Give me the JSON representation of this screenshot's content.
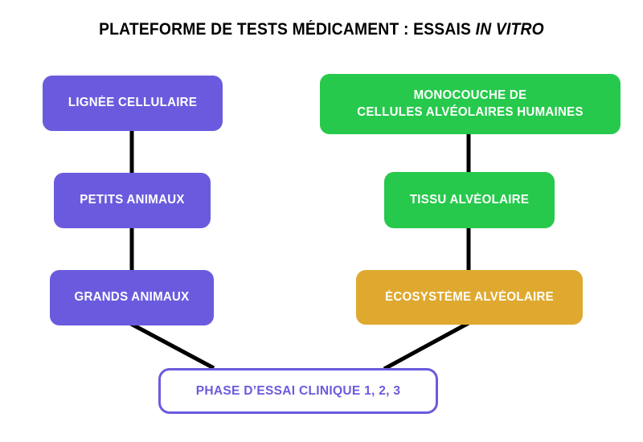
{
  "title": {
    "text_main": "PLATEFORME DE TESTS MÉDICAMENT : ESSAIS ",
    "text_italic": "IN VITRO",
    "full": "PLATEFORME DE TESTS MÉDICAMENT : ESSAIS IN VITRO"
  },
  "colors": {
    "purple": "#6a5bde",
    "green": "#26c94c",
    "orange": "#dfa930",
    "connector": "#000000",
    "background": "#ffffff",
    "node_text": "#ffffff",
    "title_text": "#000000"
  },
  "nodes": {
    "lignee_cellulaire": {
      "label": "LIGNÉE CELLULAIRE",
      "color": "purple"
    },
    "monocouche": {
      "line1": "MONOCOUCHE DE",
      "line2": "CELLULES ALVÉOLAIRES HUMAINES",
      "color": "green"
    },
    "petits_animaux": {
      "label": "PETITS ANIMAUX",
      "color": "purple"
    },
    "tissu_alveolaire": {
      "label": "TISSU ALVÉOLAIRE",
      "color": "green"
    },
    "grands_animaux": {
      "label": "GRANDS ANIMAUX",
      "color": "purple"
    },
    "ecosysteme_alveolaire": {
      "label": "ÉCOSYSTÈME ALVÉOLAIRE",
      "color": "orange"
    },
    "phase_essai_clinique": {
      "label": "PHASE D’ESSAI CLINIQUE 1, 2, 3",
      "color": "outline-purple"
    }
  },
  "connectors": [
    {
      "name": "lignee-to-petits",
      "from": "lignee_cellulaire",
      "to": "petits_animaux",
      "style": "vertical"
    },
    {
      "name": "petits-to-grands",
      "from": "petits_animaux",
      "to": "grands_animaux",
      "style": "vertical"
    },
    {
      "name": "grands-to-phase",
      "from": "grands_animaux",
      "to": "phase_essai_clinique",
      "style": "diagonal"
    },
    {
      "name": "monocouche-to-tissu",
      "from": "monocouche",
      "to": "tissu_alveolaire",
      "style": "vertical"
    },
    {
      "name": "tissu-to-ecosysteme",
      "from": "tissu_alveolaire",
      "to": "ecosysteme_alveolaire",
      "style": "vertical"
    },
    {
      "name": "ecosysteme-to-phase",
      "from": "ecosysteme_alveolaire",
      "to": "phase_essai_clinique",
      "style": "diagonal"
    }
  ]
}
